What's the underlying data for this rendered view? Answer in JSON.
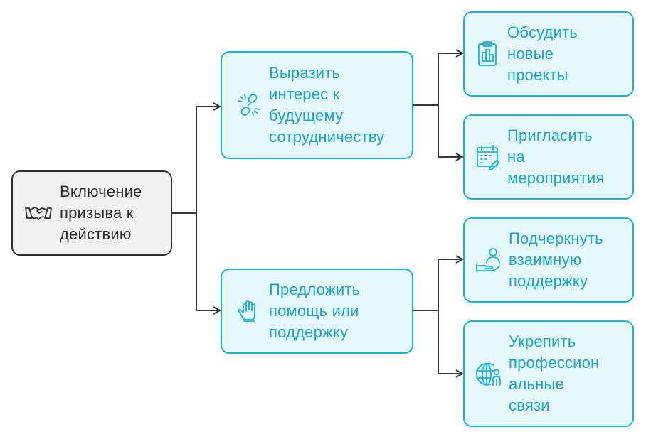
{
  "colors": {
    "accent": "#16b4dc",
    "accent_fill": "#e6f7fc",
    "root_border": "#2d2d2d",
    "root_fill": "#f1f1f1",
    "connector": "#333333"
  },
  "root": {
    "label": "Включение\nпризыва к\nдействию",
    "icon": "handshake-icon"
  },
  "branches": [
    {
      "label": "Выразить\nинтерес к\nбудущему\nсотрудничеству",
      "icon": "link-break-icon",
      "children": [
        {
          "label": "Обсудить\nновые\nпроекты",
          "icon": "clipboard-icon"
        },
        {
          "label": "Пригласить\nна\nмероприятия",
          "icon": "calendar-icon"
        }
      ]
    },
    {
      "label": "Предложить\nпомощь или\nподдержку",
      "icon": "raised-hand-icon",
      "children": [
        {
          "label": "Подчеркнуть\nвзаимную\nподдержку",
          "icon": "helping-hand-icon"
        },
        {
          "label": "Укрепить\nпрофессион\nальные\nсвязи",
          "icon": "globe-person-icon"
        }
      ]
    }
  ]
}
